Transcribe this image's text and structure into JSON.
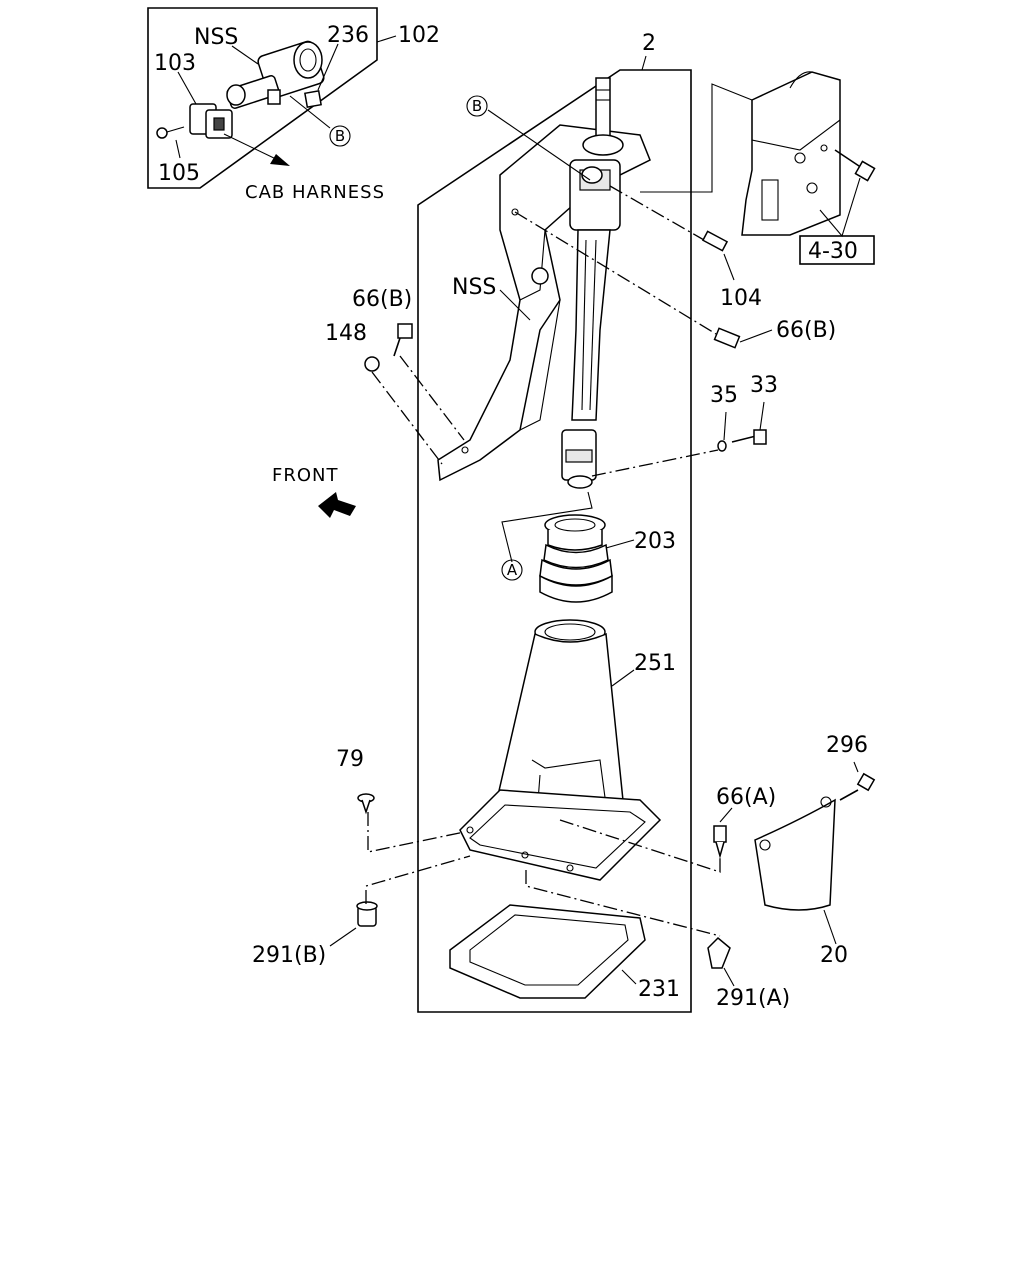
{
  "labels": {
    "l2": "2",
    "l102": "102",
    "l236": "236",
    "nss_top": "NSS",
    "l103": "103",
    "l105": "105",
    "cab_harness": "CAB HARNESS",
    "b_top": "B",
    "b_mid": "B",
    "nss_mid": "NSS",
    "l66b_left": "66(B)",
    "l148": "148",
    "l104": "104",
    "l66b_right": "66(B)",
    "l430": "4-30",
    "l35": "35",
    "l33": "33",
    "front": "FRONT",
    "a_circ": "A",
    "l203": "203",
    "l251": "251",
    "l79": "79",
    "l66a": "66(A)",
    "l296": "296",
    "l20": "20",
    "l291b": "291(B)",
    "l231": "231",
    "l291a": "291(A)"
  }
}
